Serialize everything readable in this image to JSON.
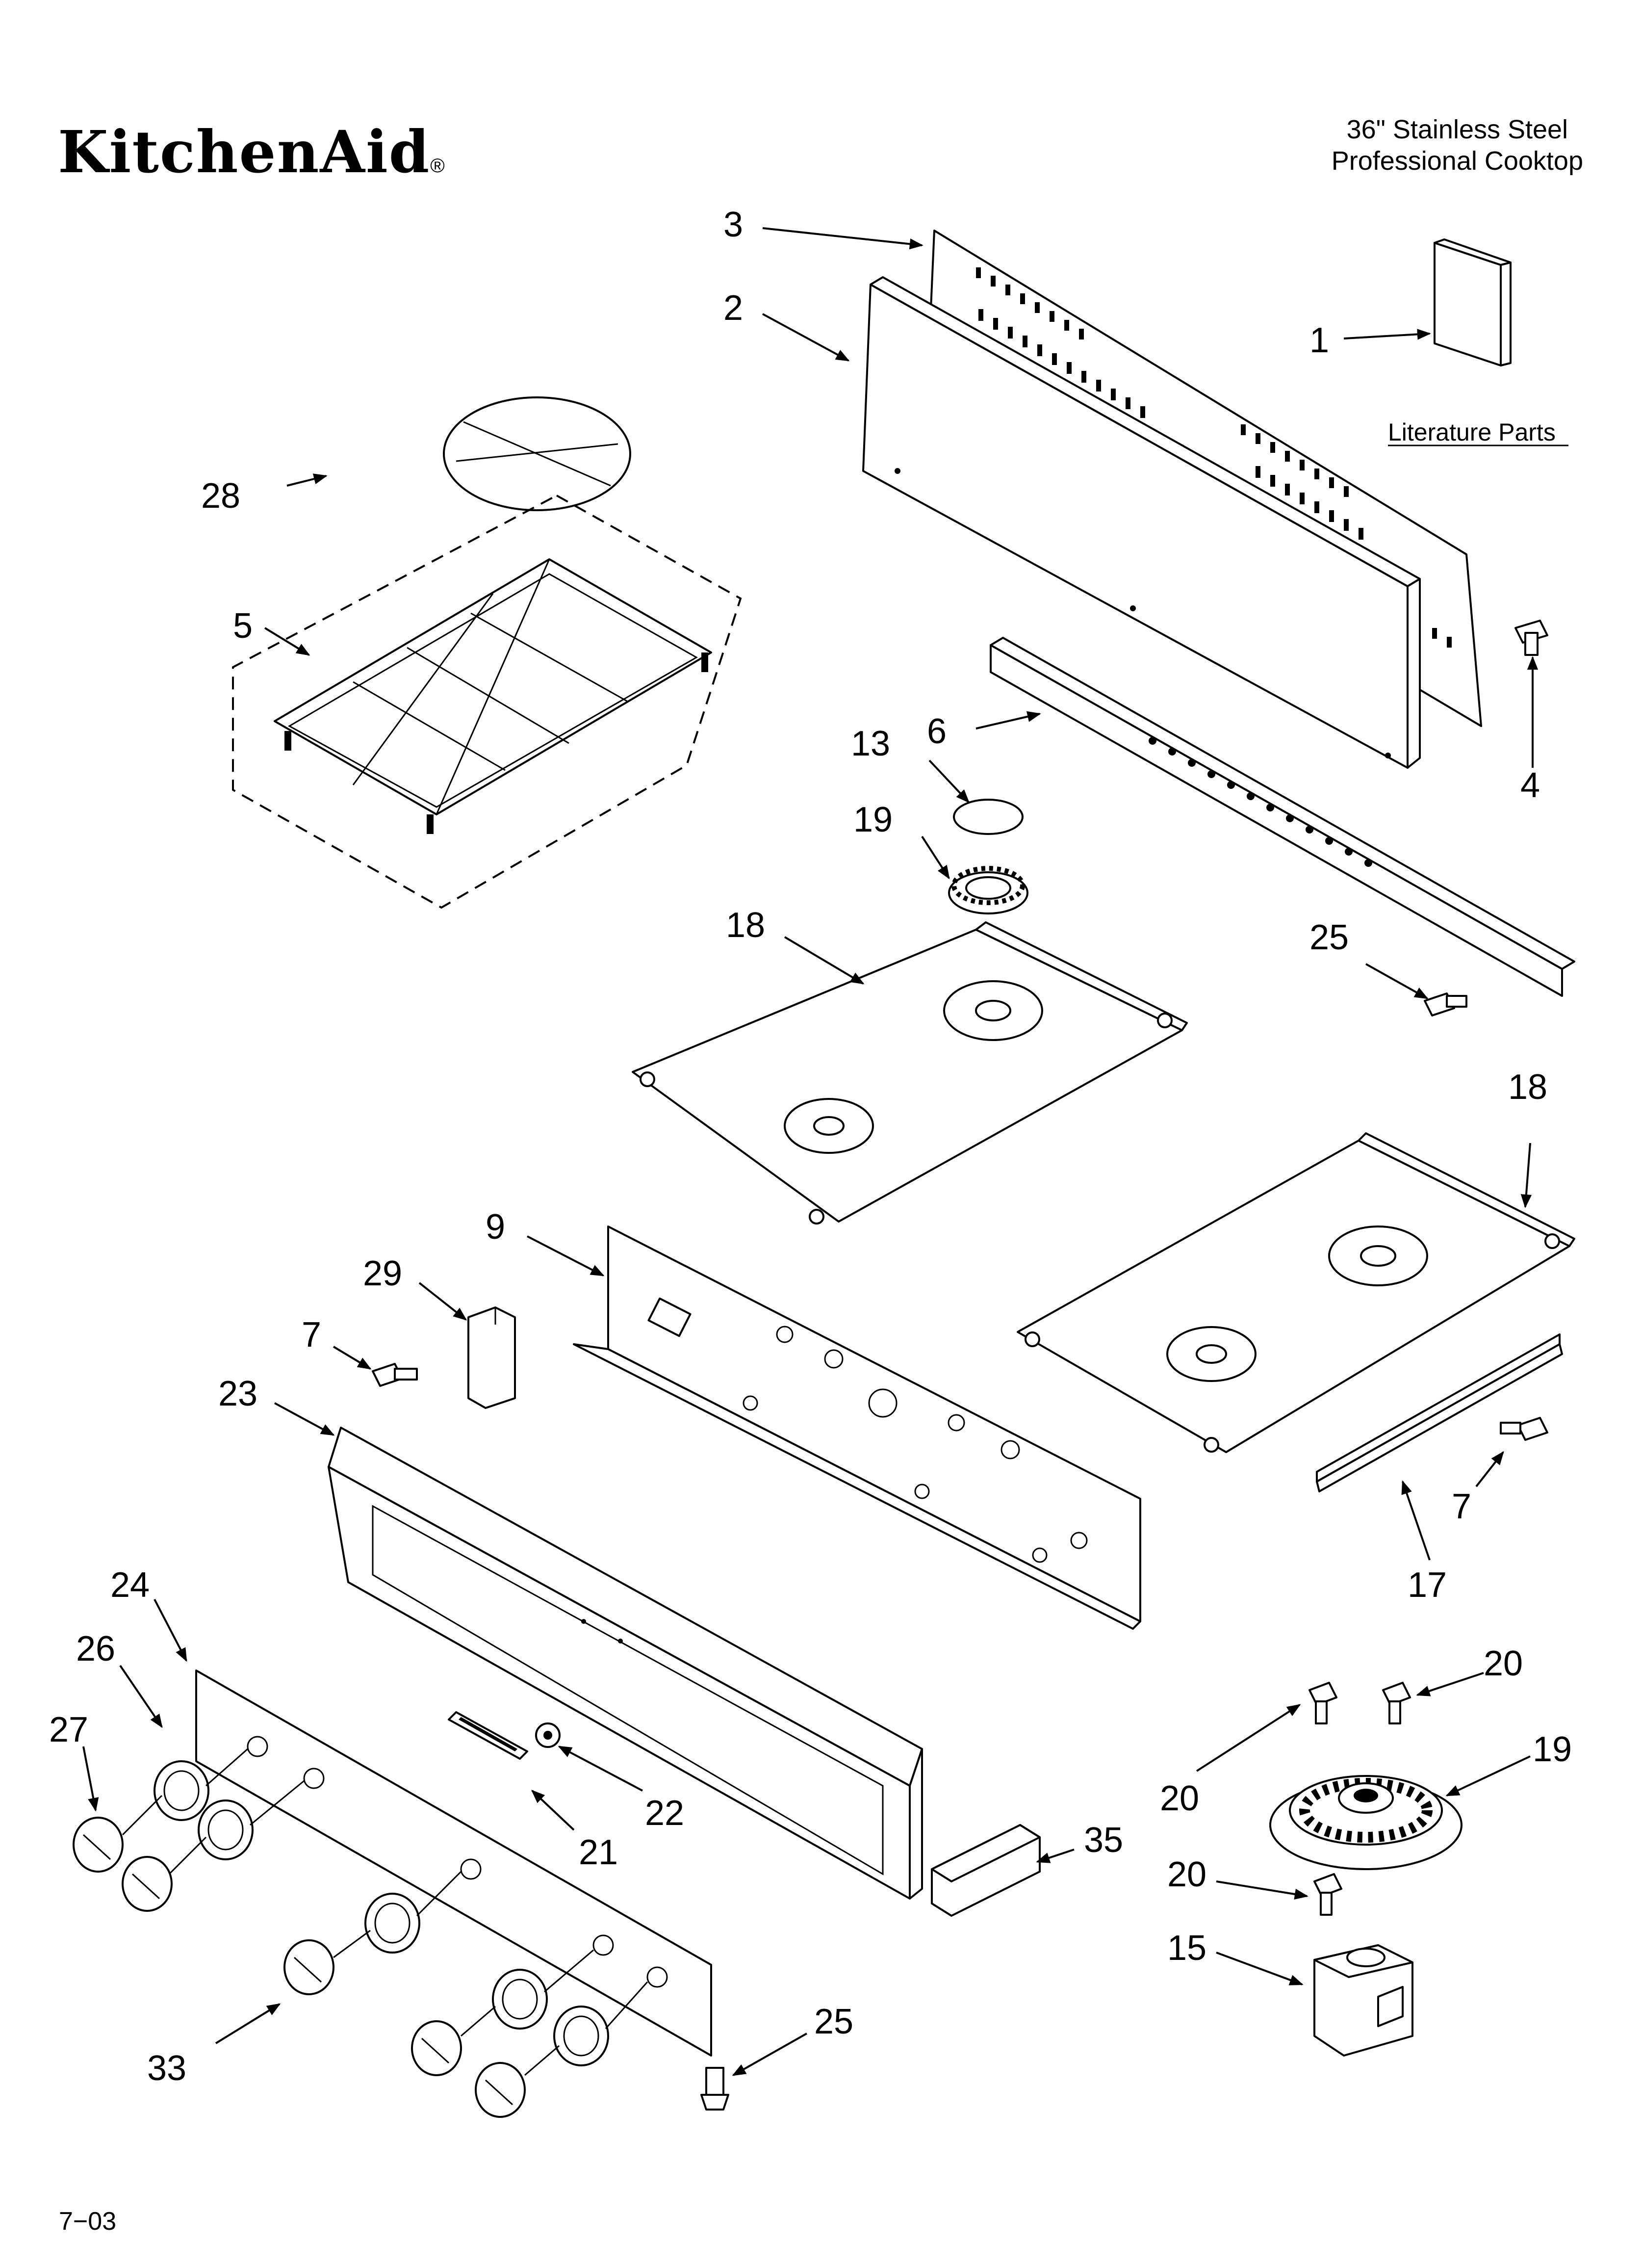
{
  "header": {
    "brand": "KitchenAid",
    "registered_mark": "®",
    "title_line1": "36\" Stainless Steel",
    "title_line2": "Professional Cooktop"
  },
  "literature_label": "Literature Parts",
  "footer_code": "7−03",
  "callouts": {
    "c1": "1",
    "c2": "2",
    "c3": "3",
    "c4": "4",
    "c5": "5",
    "c6": "6",
    "c7a": "7",
    "c7b": "7",
    "c9": "9",
    "c13": "13",
    "c15": "15",
    "c17": "17",
    "c18a": "18",
    "c18b": "18",
    "c19a": "19",
    "c19b": "19",
    "c20a": "20",
    "c20b": "20",
    "c20c": "20",
    "c21": "21",
    "c22": "22",
    "c23": "23",
    "c24": "24",
    "c25a": "25",
    "c25b": "25",
    "c26": "26",
    "c27": "27",
    "c28": "28",
    "c29": "29",
    "c33": "33",
    "c35": "35"
  },
  "colors": {
    "line": "#000000",
    "background": "#ffffff"
  }
}
